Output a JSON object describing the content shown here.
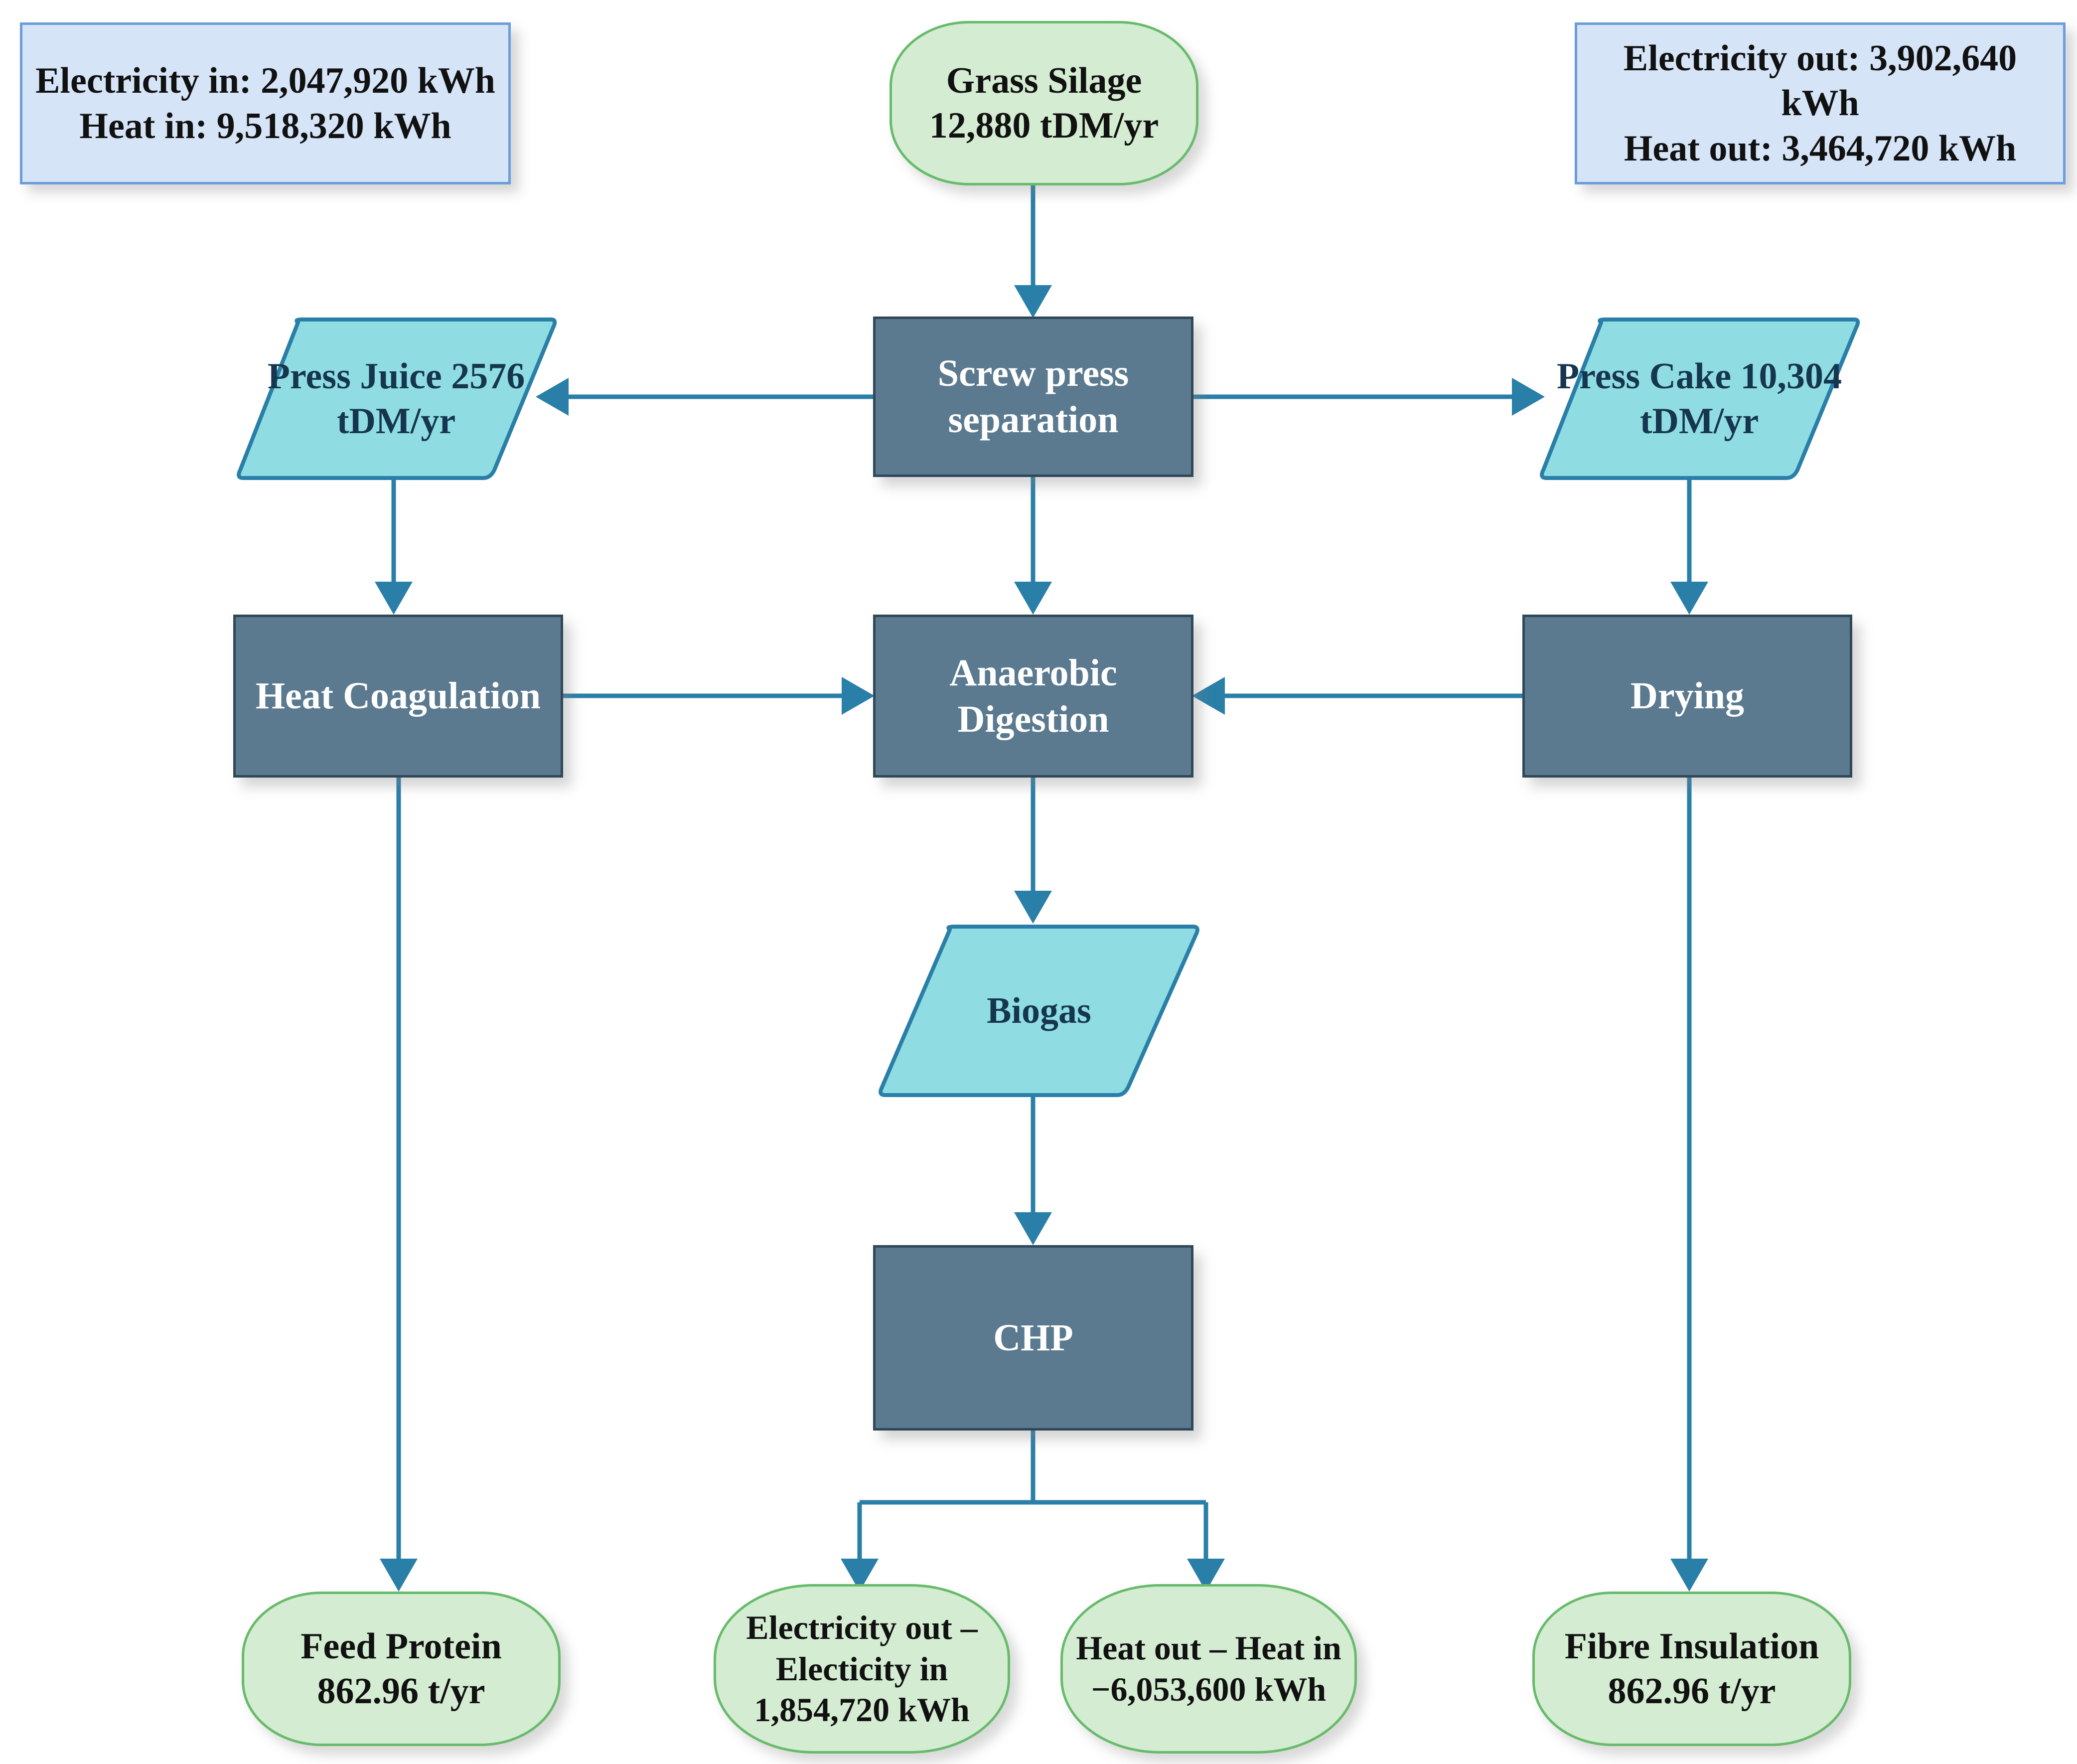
{
  "diagram": {
    "title": "Grass silage biorefinery mass and energy flow diagram",
    "colors": {
      "process_fill": "#5b7a90",
      "process_border": "#2f4858",
      "data_fill": "#8fdde2",
      "data_border": "#2a7fa8",
      "terminator_fill": "#d4ecd2",
      "terminator_border": "#67bb6a",
      "infobox_fill": "#d6e4f7",
      "infobox_border": "#6a9ddb",
      "connector": "#2a7fa8"
    }
  },
  "info_boxes": {
    "inputs": {
      "line1": "Electricity in: 2,047,920 kWh",
      "line2": "Heat in: 9,518,320 kWh"
    },
    "outputs": {
      "line1": "Electricity out: 3,902,640 kWh",
      "line2": "Heat out: 3,464,720 kWh"
    }
  },
  "nodes": {
    "grass_silage": {
      "type": "terminator",
      "line1": "Grass Silage",
      "line2": "12,880 tDM/yr"
    },
    "screw_press": {
      "type": "process",
      "line1": "Screw press",
      "line2": "separation"
    },
    "press_juice": {
      "type": "data",
      "line1": "Press Juice",
      "line2": "2576 tDM/yr"
    },
    "press_cake": {
      "type": "data",
      "line1": "Press Cake",
      "line2": "10,304 tDM/yr"
    },
    "heat_coagulation": {
      "type": "process",
      "line1": "Heat Coagulation"
    },
    "anaerobic_digestion": {
      "type": "process",
      "line1": "Anaerobic Digestion"
    },
    "drying": {
      "type": "process",
      "line1": "Drying"
    },
    "biogas": {
      "type": "data",
      "line1": "Biogas"
    },
    "chp": {
      "type": "process",
      "line1": "CHP"
    },
    "feed_protein": {
      "type": "terminator",
      "line1": "Feed Protein",
      "line2": "862.96 t/yr"
    },
    "electricity_balance": {
      "type": "terminator",
      "line1": "Electricity out –",
      "line2": "Electicity in",
      "line3": "1,854,720 kWh"
    },
    "heat_balance": {
      "type": "terminator",
      "line1": "Heat out – Heat in",
      "line2": "−6,053,600 kWh"
    },
    "fibre_insulation": {
      "type": "terminator",
      "line1": "Fibre Insulation",
      "line2": "862.96 t/yr"
    }
  },
  "edges": [
    {
      "from": "grass_silage",
      "to": "screw_press",
      "direction": "down"
    },
    {
      "from": "screw_press",
      "to": "press_juice",
      "direction": "left"
    },
    {
      "from": "screw_press",
      "to": "press_cake",
      "direction": "right"
    },
    {
      "from": "screw_press",
      "to": "anaerobic_digestion",
      "direction": "down"
    },
    {
      "from": "press_juice",
      "to": "heat_coagulation",
      "direction": "down"
    },
    {
      "from": "press_cake",
      "to": "drying",
      "direction": "down"
    },
    {
      "from": "heat_coagulation",
      "to": "anaerobic_digestion",
      "direction": "right"
    },
    {
      "from": "drying",
      "to": "anaerobic_digestion",
      "direction": "left"
    },
    {
      "from": "heat_coagulation",
      "to": "feed_protein",
      "direction": "down"
    },
    {
      "from": "drying",
      "to": "fibre_insulation",
      "direction": "down"
    },
    {
      "from": "anaerobic_digestion",
      "to": "biogas",
      "direction": "down"
    },
    {
      "from": "biogas",
      "to": "chp",
      "direction": "down"
    },
    {
      "from": "chp",
      "to": "electricity_balance",
      "direction": "down-split-left"
    },
    {
      "from": "chp",
      "to": "heat_balance",
      "direction": "down-split-right"
    }
  ]
}
